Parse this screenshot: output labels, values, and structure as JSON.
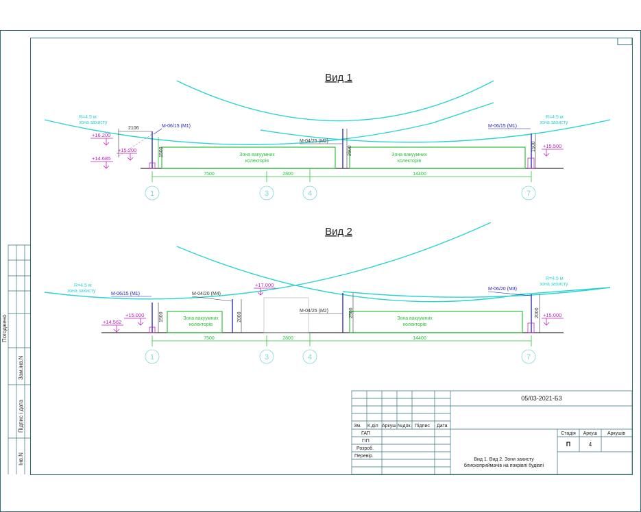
{
  "side_stamps": [
    "Погоджено",
    "Зам.інв.N",
    "Підпис і дата",
    "Інв.N"
  ],
  "view1": {
    "title": "Вид 1",
    "zone_left": [
      "R=4.5 м",
      "зона захисту"
    ],
    "zone_right": [
      "R=4.5 м",
      "зона захисту"
    ],
    "masts": [
      "М-06/15 (М1)",
      "М-04/25 (М2)",
      "М-06/15 (М1)"
    ],
    "levels": [
      "+16.200",
      "+15.200",
      "+14.685",
      "+15.500"
    ],
    "dims_top": [
      "2106",
      "1500",
      "2500",
      "1500"
    ],
    "zone_text": [
      "Зона вакуумних",
      "колекторів"
    ],
    "spans": [
      "7500",
      "2800",
      "14400"
    ],
    "axes": [
      "1",
      "3",
      "4",
      "7"
    ]
  },
  "view2": {
    "title": "Вид 2",
    "zone_left": [
      "R=4.5 м",
      "зона захисту"
    ],
    "zone_right": [
      "R=4.5 м",
      "зона захисту"
    ],
    "masts": [
      "М-06/15 (М1)",
      "М-04/20 (М4)",
      "М-04/25 (М2)",
      "М-06/20 (М3)"
    ],
    "levels": [
      "+17.000",
      "+15.000",
      "+14.562",
      "+15.000"
    ],
    "dims_top": [
      "1500",
      "2000",
      "2500",
      "2000"
    ],
    "zone_text": [
      "Зона вакуумних",
      "колекторів"
    ],
    "spans": [
      "7500",
      "2800",
      "14400"
    ],
    "axes": [
      "1",
      "3",
      "4",
      "7"
    ]
  },
  "title_block": {
    "code": "05/03-2021-Б3",
    "headers": [
      "Зм.",
      "К.діл",
      "Аркуш",
      "№док.",
      "Підпис",
      "Дата"
    ],
    "roles": [
      "ГАП",
      "ГІП",
      "Розроб.",
      "Перевір."
    ],
    "stage_headers": [
      "Стадія",
      "Аркуш",
      "Аркушів"
    ],
    "stage": "П",
    "sheet": "4",
    "description": [
      "Вид 1. Вид 2. Зони захисту",
      "блископриймачів на покрівлі будівлі"
    ]
  },
  "colors": {
    "arc": "#2ad3d3",
    "zone": "#2cc03a",
    "mast": "#1c1cb0",
    "level": "#c020c0",
    "frame": "#2f6f73"
  }
}
